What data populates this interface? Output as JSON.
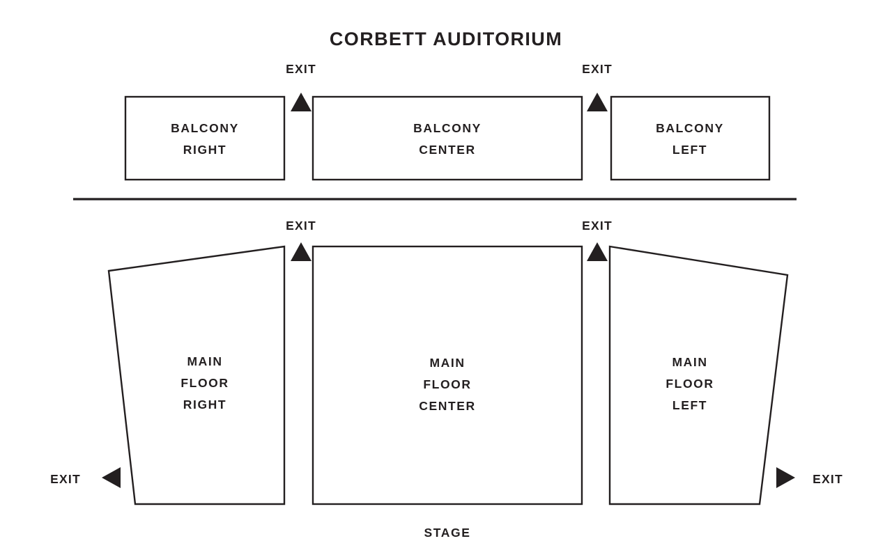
{
  "title": "CORBETT AUDITORIUM",
  "stage_label": "STAGE",
  "exit_label": "EXIT",
  "colors": {
    "ink": "#231f20",
    "background": "#ffffff"
  },
  "balcony": {
    "right": {
      "line1": "BALCONY",
      "line2": "RIGHT"
    },
    "center": {
      "line1": "BALCONY",
      "line2": "CENTER"
    },
    "left": {
      "line1": "BALCONY",
      "line2": "LEFT"
    }
  },
  "main_floor": {
    "right": {
      "line1": "MAIN",
      "line2": "FLOOR",
      "line3": "RIGHT"
    },
    "center": {
      "line1": "MAIN",
      "line2": "FLOOR",
      "line3": "CENTER"
    },
    "left": {
      "line1": "MAIN",
      "line2": "FLOOR",
      "line3": "LEFT"
    }
  },
  "exits": {
    "balcony_right_of_right": "EXIT",
    "balcony_right_of_center": "EXIT",
    "main_right_of_right": "EXIT",
    "main_right_of_center": "EXIT",
    "main_far_left": "EXIT",
    "main_far_right": "EXIT"
  }
}
